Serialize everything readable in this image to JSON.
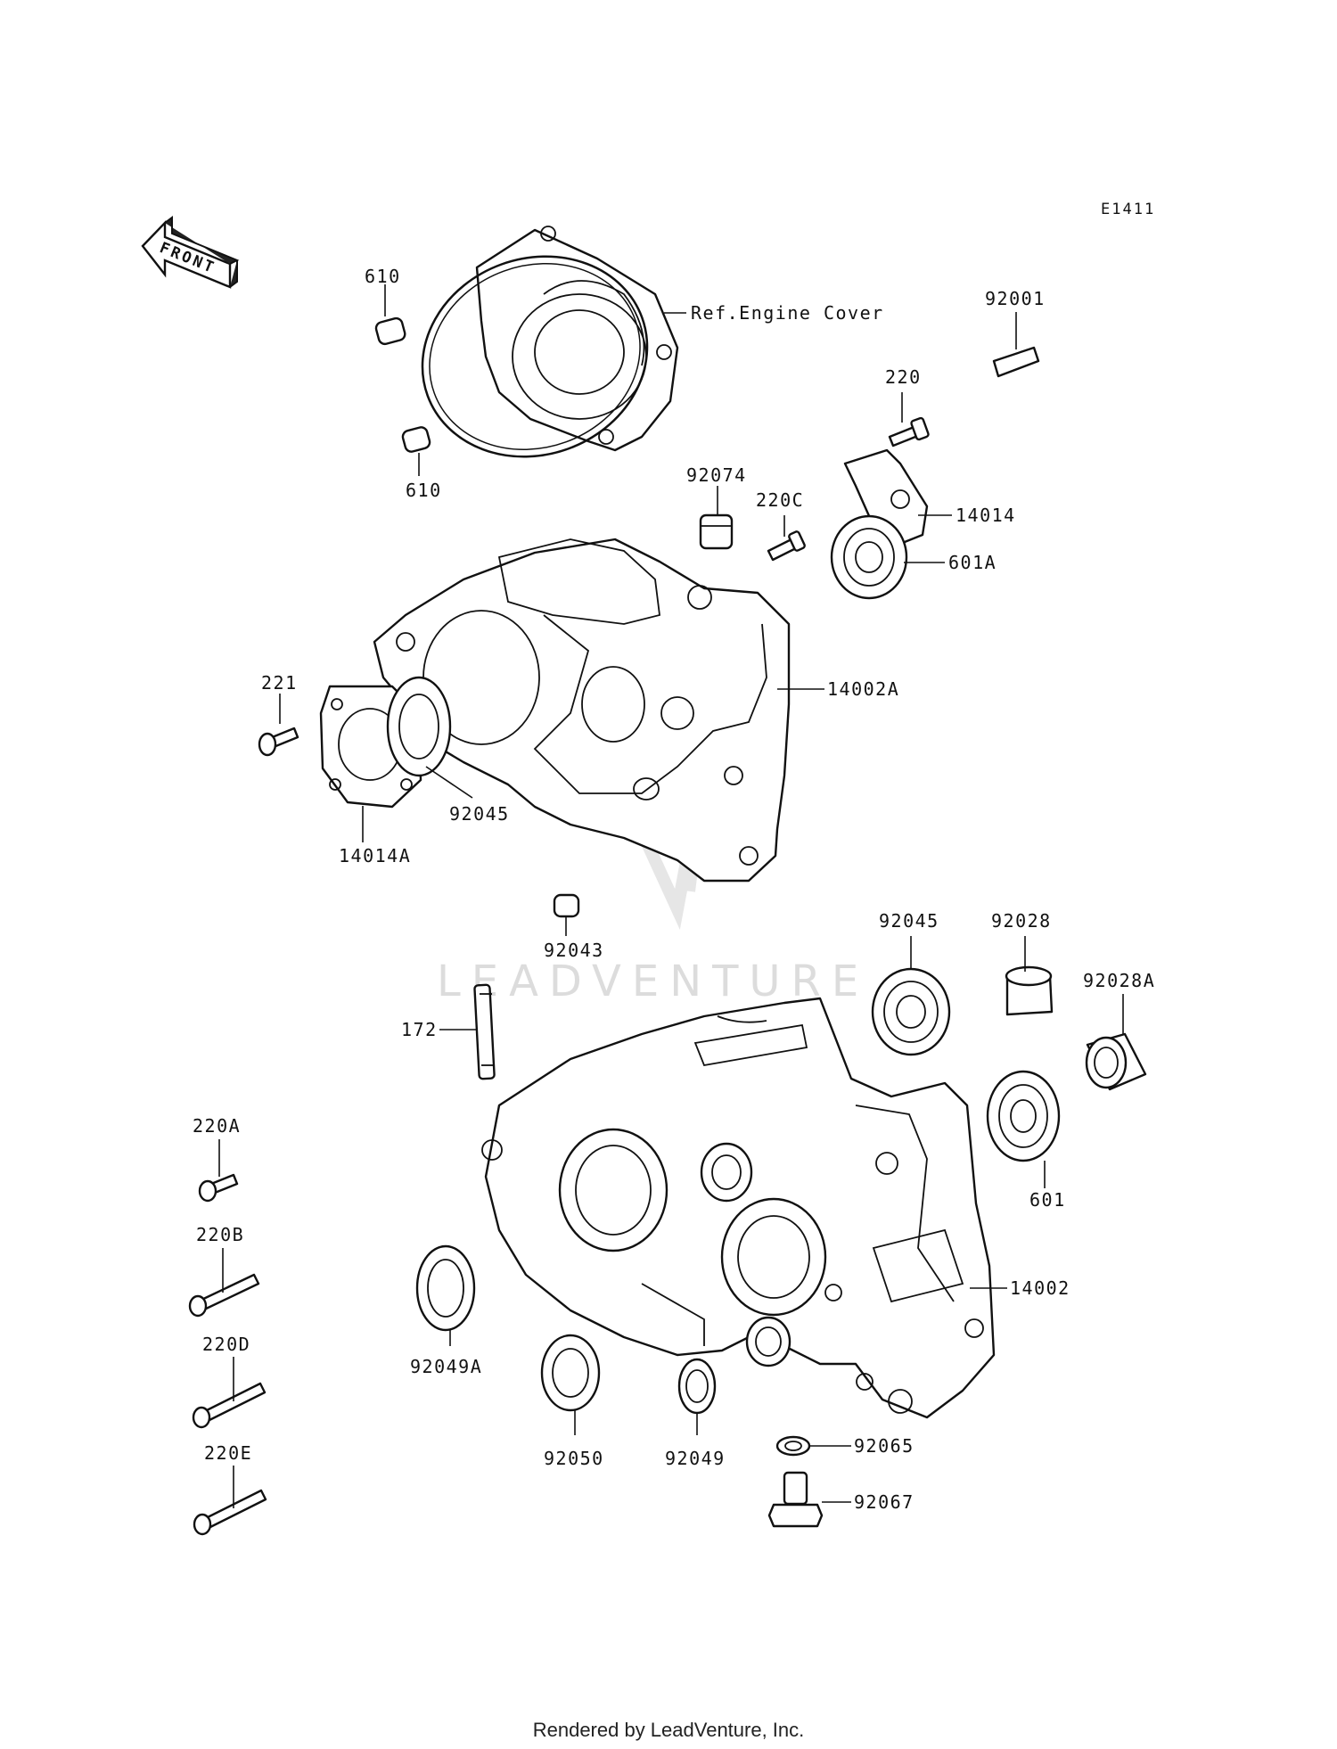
{
  "diagram_code": "E1411",
  "front_label": "FRONT",
  "reference_label": "Ref.Engine Cover",
  "watermark": "LEADVENTURE",
  "footer": "Rendered by LeadVenture, Inc.",
  "parts": {
    "p610_top": "610",
    "p610_bottom": "610",
    "p92001": "92001",
    "p220": "220",
    "p92074": "92074",
    "p220c": "220C",
    "p14014": "14014",
    "p601a": "601A",
    "p221": "221",
    "p14002a": "14002A",
    "p92045_upper": "92045",
    "p14014a": "14014A",
    "p92043": "92043",
    "p92045_lower": "92045",
    "p92028": "92028",
    "p92028a": "92028A",
    "p172": "172",
    "p220a": "220A",
    "p601": "601",
    "p220b": "220B",
    "p14002": "14002",
    "p220d": "220D",
    "p92049a": "92049A",
    "p220e": "220E",
    "p92050": "92050",
    "p92049": "92049",
    "p92065": "92065",
    "p92067": "92067"
  }
}
